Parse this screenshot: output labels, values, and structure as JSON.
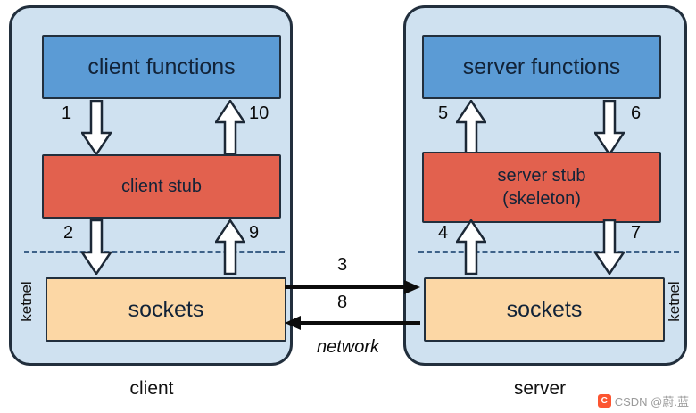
{
  "colors": {
    "panel_background": "#cfe1f0",
    "panel_border": "#222f3d",
    "functions_box": "#5b9bd5",
    "stub_box": "#e2614e",
    "sockets_box": "#fcd7a5",
    "dashed_line": "#3e6289",
    "block_arrow_fill": "#ffffff",
    "watermark_red": "#fc5531"
  },
  "client": {
    "caption": "client",
    "kernel_label": "ketnel",
    "functions_label": "client functions",
    "stub_label": "client stub",
    "sockets_label": "sockets",
    "arrow_labels": {
      "a1": "1",
      "a10": "10",
      "a2": "2",
      "a9": "9"
    }
  },
  "server": {
    "caption": "server",
    "kernel_label": "ketnel",
    "functions_label": "server functions",
    "stub_label": "server stub\n(skeleton)",
    "sockets_label": "sockets",
    "arrow_labels": {
      "a5": "5",
      "a6": "6",
      "a4": "4",
      "a7": "7"
    }
  },
  "network": {
    "arrow3_label": "3",
    "arrow8_label": "8",
    "caption": "network"
  },
  "watermark": {
    "icon_glyph": "C",
    "text": "CSDN @蔚.蓝"
  }
}
